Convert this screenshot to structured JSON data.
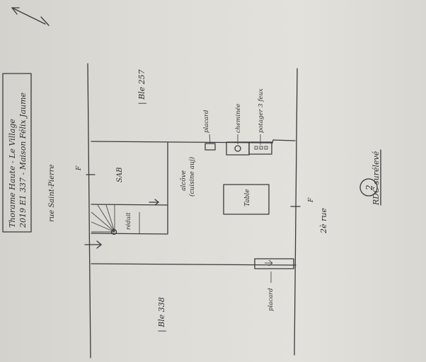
{
  "title_block": {
    "line1": "Thorame Haute - Le Village",
    "line2": "2019 E1 337 - Maison Félix Jaume"
  },
  "labels": {
    "street_top": "rue Saint-Pierre",
    "street_bottom": "2è rue",
    "parcel_left": "| Ble 338",
    "parcel_right": "| Ble 257",
    "room_sab": "SAB",
    "room_alcove": "alcôve",
    "room_alcove_sub": "(cuisine auj)",
    "table": "Table",
    "placard_top": "placard",
    "placard_bottom": "placard",
    "cheminee": "cheminée",
    "potager": "potager 3 feux",
    "reduit": "réduit",
    "facade_mark_1": "F",
    "facade_mark_2": "F",
    "level": "RDC surélevé",
    "sheet_number": "2"
  }
}
